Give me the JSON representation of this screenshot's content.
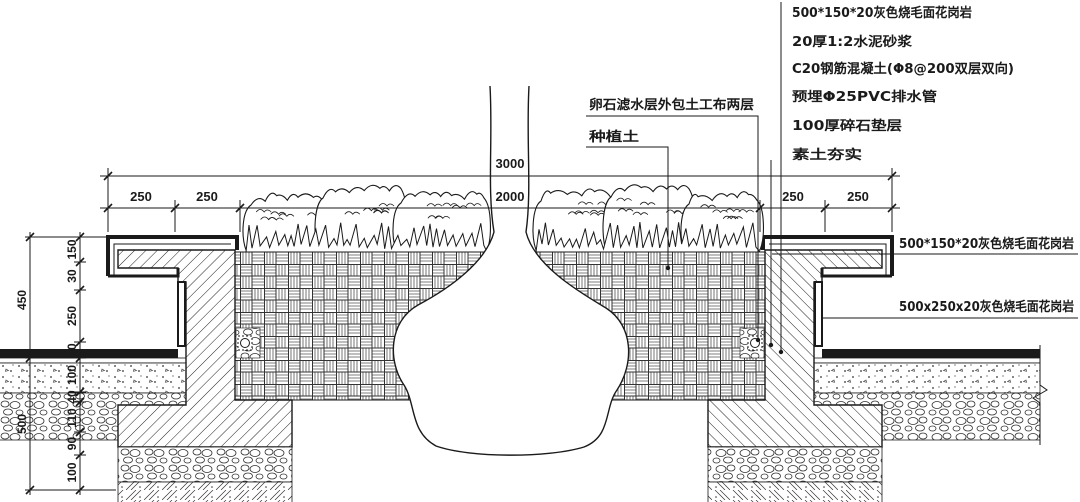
{
  "labels": {
    "top_stack": [
      "500*150*20灰色烧毛面花岗岩",
      "20厚1:2水泥砂浆",
      "C20钢筋混凝土(Φ8@200双层双向)",
      "预埋Φ25PVC排水管",
      "100厚碎石垫层",
      "素土夯实"
    ],
    "filter_layer": "卵石滤水层外包土工布两层",
    "planting_soil": "种植土",
    "cap_granite": "500*150*20灰色烧毛面花岗岩",
    "face_granite": "500x250x20灰色烧毛面花岗岩"
  },
  "dimensions": {
    "overall_width": "3000",
    "pit_width": "2000",
    "left_segments": [
      "250",
      "250"
    ],
    "right_segments": [
      "250",
      "250"
    ],
    "left_vertical_inner": [
      "150",
      "30",
      "250",
      "20",
      "100",
      "40",
      "110",
      "90",
      "100"
    ],
    "left_vertical_outer": [
      "450",
      "500"
    ]
  },
  "colors": {
    "ink": "#1a1a1a",
    "paper": "#ffffff"
  }
}
